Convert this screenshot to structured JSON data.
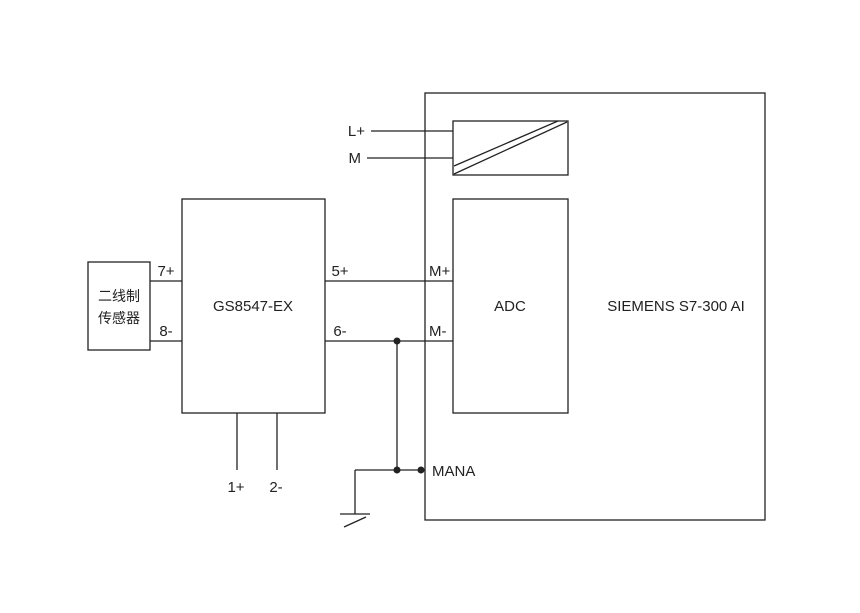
{
  "diagram": {
    "sensor": {
      "line1": "二线制",
      "line2": "传感器"
    },
    "transmitter": {
      "label": "GS8547-EX"
    },
    "adc": {
      "label": "ADC"
    },
    "plc": {
      "label": "SIEMENS S7-300  AI"
    },
    "terminals": {
      "l_plus": "L+",
      "m": "M",
      "t7": "7+",
      "t8": "8-",
      "t5": "5+",
      "t6": "6-",
      "m_plus": "M+",
      "m_minus": "M-",
      "t1": "1+",
      "t2": "2-",
      "mana": "MANA"
    },
    "colors": {
      "line": "#222222",
      "background": "#ffffff"
    }
  }
}
